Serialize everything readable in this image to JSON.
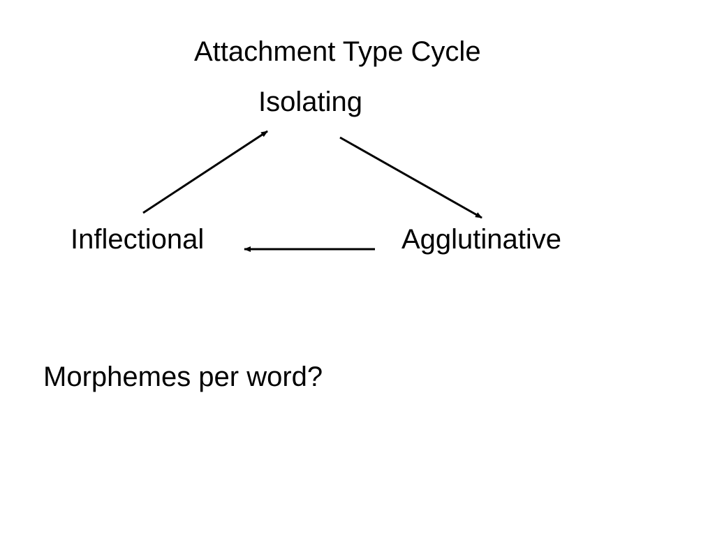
{
  "slide": {
    "title": "Attachment Type Cycle",
    "nodes": {
      "isolating": "Isolating",
      "inflectional": "Inflectional",
      "agglutinative": "Agglutinative"
    },
    "question": "Morphemes per word?"
  }
}
